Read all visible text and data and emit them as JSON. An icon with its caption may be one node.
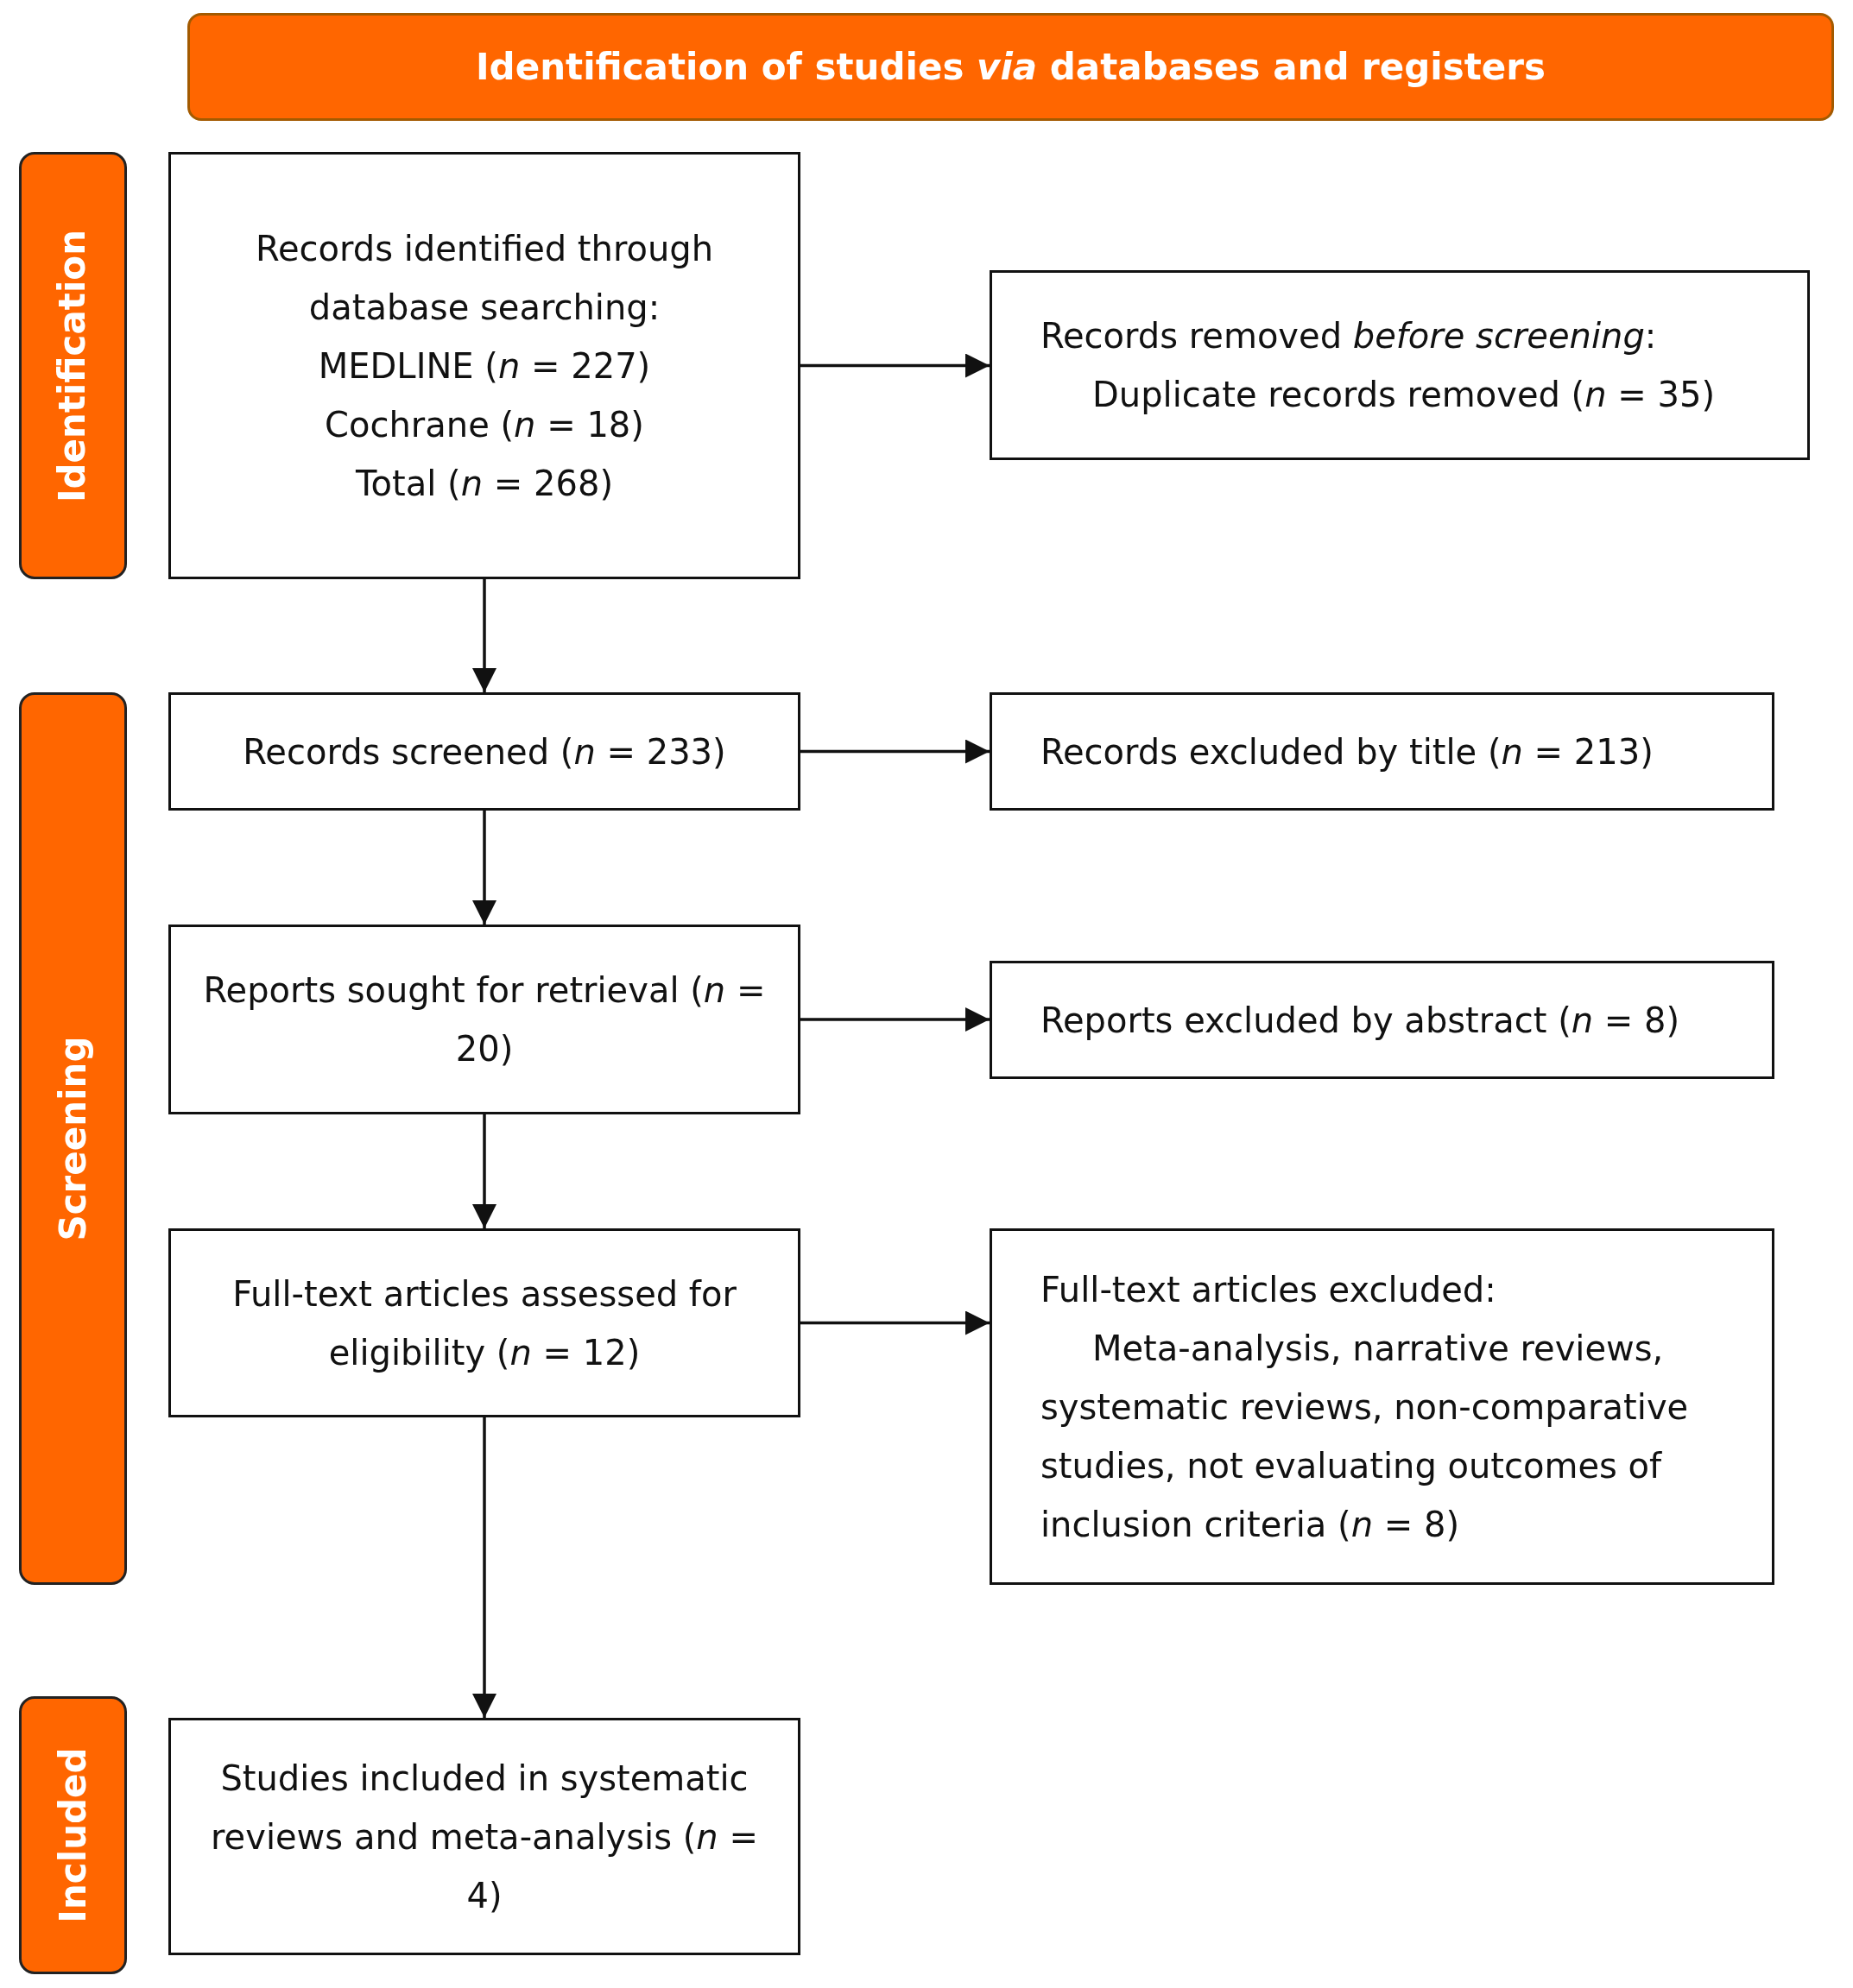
{
  "diagram": {
    "nodes": [
      {
        "text": [
          "Identification of studies *via* databases and registers"
        ]
      },
      {
        "text": [
          "Identification"
        ]
      },
      {
        "text": [
          "Screening"
        ]
      },
      {
        "text": [
          "Included"
        ]
      },
      {
        "text": [
          "Records identified through database searching:",
          "MEDLINE (*n* = 227)",
          "Cochrane (*n* = 18)",
          "Total (*n* = 268)"
        ]
      },
      {
        "text": [
          "Records removed *before screening*:",
          "Duplicate records removed (*n* = 35)"
        ]
      },
      {
        "text": [
          "Records screened (*n* = 233)"
        ]
      },
      {
        "text": [
          "Records excluded by title (*n* = 213)"
        ]
      },
      {
        "text": [
          "Reports sought for retrieval (*n* = 20)"
        ]
      },
      {
        "text": [
          "Reports excluded by abstract (*n* = 8)"
        ]
      },
      {
        "text": [
          "Full-text articles assessed for eligibility (*n* = 12)"
        ]
      },
      {
        "text": [
          "Full-text articles excluded:",
          "Meta-analysis, narrative reviews, systematic reviews, non-comparative studies, not evaluating outcomes of inclusion criteria (*n* = 8)"
        ]
      },
      {
        "text": [
          "Studies included in systematic reviews and meta-analysis (*n* = 4)"
        ]
      }
    ],
    "edges": [
      {
        "from": 4,
        "to": 5,
        "arrow": "to"
      },
      {
        "from": 4,
        "to": 6,
        "arrow": "to"
      },
      {
        "from": 6,
        "to": 7,
        "arrow": "to"
      },
      {
        "from": 6,
        "to": 8,
        "arrow": "to"
      },
      {
        "from": 8,
        "to": 9,
        "arrow": "to"
      },
      {
        "from": 8,
        "to": 10,
        "arrow": "to"
      },
      {
        "from": 10,
        "to": 11,
        "arrow": "to"
      },
      {
        "from": 10,
        "to": 12,
        "arrow": "to"
      }
    ]
  }
}
